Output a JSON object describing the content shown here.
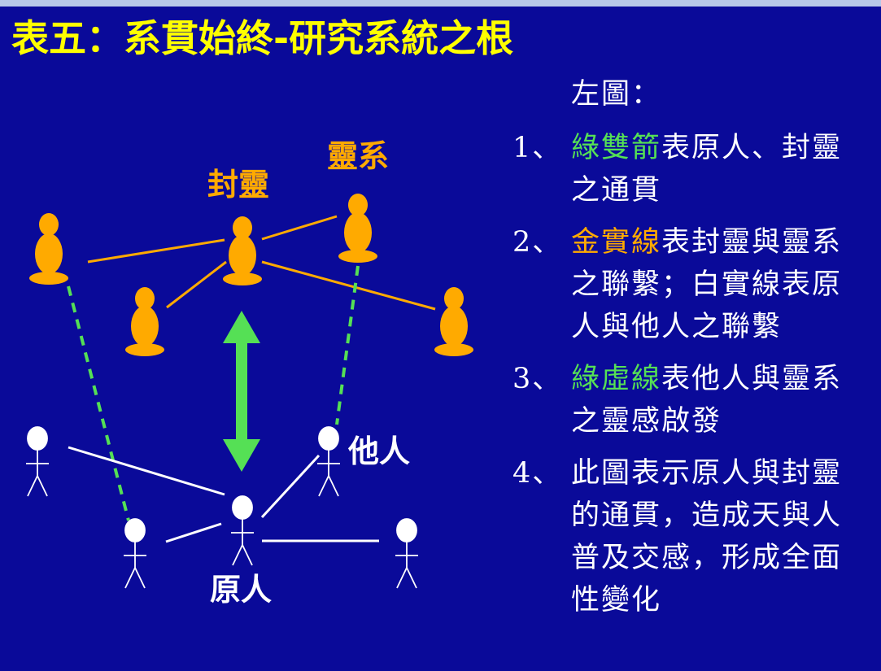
{
  "title": "表五：系貫始終-研究系統之根",
  "diagram": {
    "labels": {
      "fengling": "封靈",
      "lingxi": "靈系",
      "taren": "他人",
      "yuanren": "原人"
    }
  },
  "notes": {
    "heading": "左圖：",
    "items": [
      {
        "num": "1、",
        "parts": [
          {
            "text": "綠雙箭",
            "color": "green"
          },
          {
            "text": "表原人、封靈之通貫",
            "color": "white"
          }
        ]
      },
      {
        "num": "2、",
        "parts": [
          {
            "text": "金實線",
            "color": "gold"
          },
          {
            "text": "表封靈與靈系之聯繫；白實線表原人與他人之聯繫",
            "color": "white"
          }
        ]
      },
      {
        "num": "3、",
        "parts": [
          {
            "text": "綠虛線",
            "color": "green"
          },
          {
            "text": "表他人與靈系之靈感啟發",
            "color": "white"
          }
        ]
      },
      {
        "num": "4、",
        "parts": [
          {
            "text": "此圖表示原人與封靈的通貫，造成天與人普及交感，形成全面性變化",
            "color": "white"
          }
        ]
      }
    ]
  },
  "colors": {
    "background": "#0a0a99",
    "title": "#ffff00",
    "gold": "#ffaa00",
    "green": "#55e055",
    "white": "#ffffff"
  }
}
